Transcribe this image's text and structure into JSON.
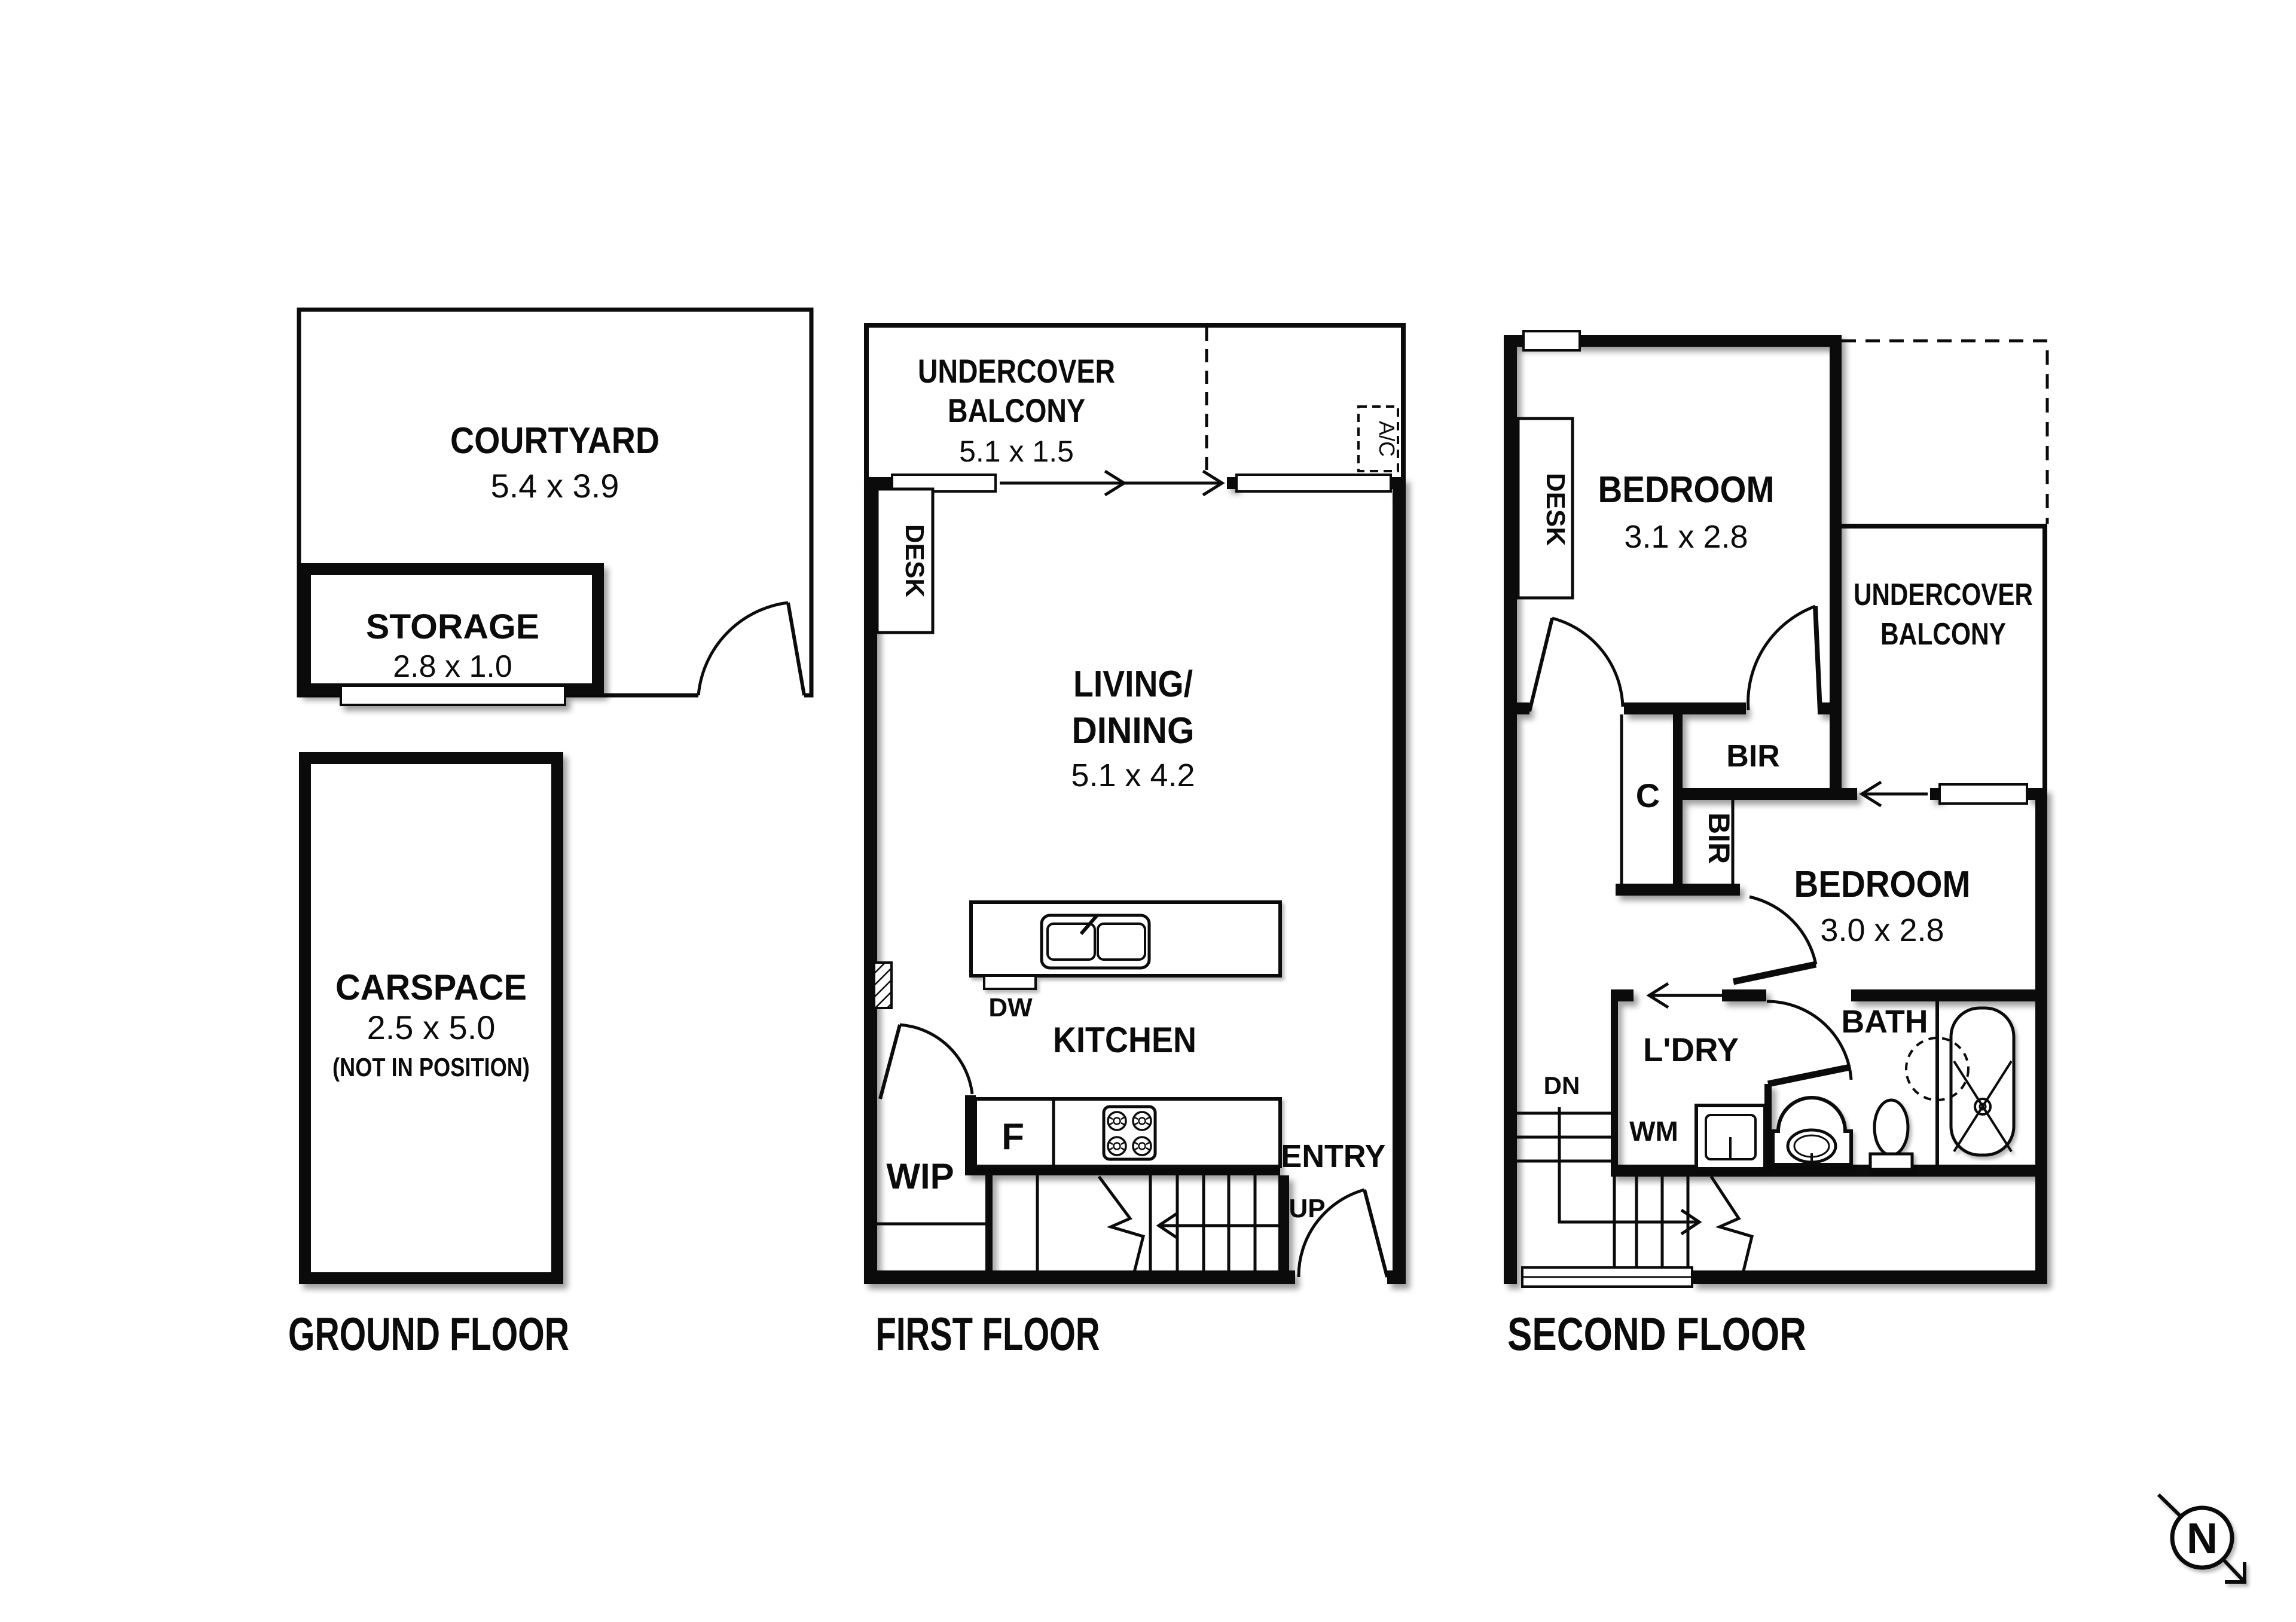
{
  "floors": {
    "ground": {
      "label": "GROUND FLOOR",
      "courtyard_name": "COURTYARD",
      "courtyard_dims": "5.4 x 3.9",
      "storage_name": "STORAGE",
      "storage_dims": "2.8 x 1.0",
      "carspace_name": "CARSPACE",
      "carspace_dims": "2.5 x 5.0",
      "carspace_note": "(NOT IN POSITION)"
    },
    "first": {
      "label": "FIRST FLOOR",
      "balcony_line1": "UNDERCOVER",
      "balcony_line2": "BALCONY",
      "balcony_dims": "5.1 x 1.5",
      "living_line1": "LIVING/",
      "living_line2": "DINING",
      "living_dims": "5.1 x 4.2",
      "kitchen": "KITCHEN",
      "dishwasher": "DW",
      "fridge": "F",
      "pantry": "WIP",
      "entry": "ENTRY",
      "up": "UP",
      "desk": "DESK",
      "ac": "A/C"
    },
    "second": {
      "label": "SECOND FLOOR",
      "bedroom1_name": "BEDROOM",
      "bedroom1_dims": "3.1 x 2.8",
      "bedroom2_name": "BEDROOM",
      "bedroom2_dims": "3.0 x 2.8",
      "balcony_line1": "UNDERCOVER",
      "balcony_line2": "BALCONY",
      "bir1": "BIR",
      "bir2": "BIR",
      "closet": "C",
      "desk": "DESK",
      "laundry": "L'DRY",
      "washing_machine": "WM",
      "bath": "BATH",
      "dn": "DN"
    }
  },
  "compass": {
    "north": "N"
  },
  "colors": {
    "wall": "#0b0b0b",
    "background": "#ffffff"
  }
}
